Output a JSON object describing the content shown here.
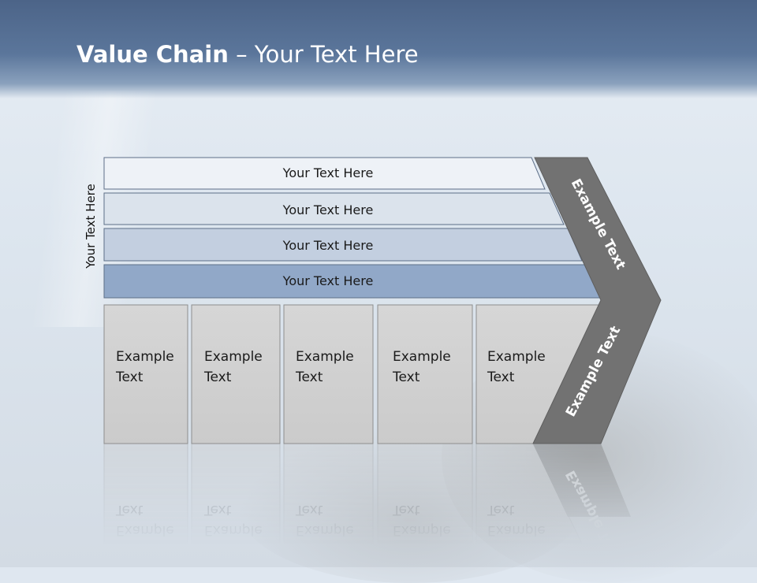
{
  "title": {
    "bold": "Value Chain",
    "rest": " – Your Text Here"
  },
  "side_label": "Your Text Here",
  "bands": [
    {
      "label": "Your Text Here",
      "fill": "#eef2f7"
    },
    {
      "label": "Your Text Here",
      "fill": "#dbe3ec"
    },
    {
      "label": "Your Text Here",
      "fill": "#c3cfe0"
    },
    {
      "label": "Your Text Here",
      "fill": "#91a8c8"
    }
  ],
  "boxes": [
    {
      "line1": "Example",
      "line2": "Text"
    },
    {
      "line1": "Example",
      "line2": "Text"
    },
    {
      "line1": "Example",
      "line2": "Text"
    },
    {
      "line1": "Example",
      "line2": "Text"
    },
    {
      "line1": "Example",
      "line2": "Text"
    }
  ],
  "arrow": {
    "top_label": "Example Text",
    "bottom_label": "Example Text",
    "fill": "#727272"
  },
  "colors": {
    "header": "#5b769b",
    "box_fill": "#d1d1d1",
    "box_stroke": "#8e8e8e"
  }
}
